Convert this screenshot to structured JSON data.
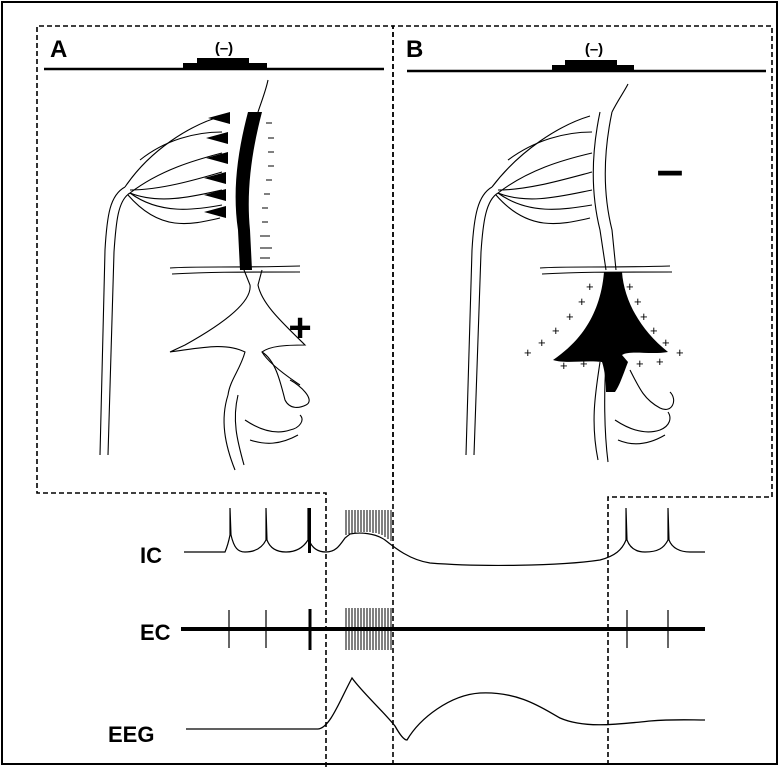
{
  "panels": {
    "a": {
      "letter": "A",
      "electrode_sign": "(–)",
      "field_sign": "+"
    },
    "b": {
      "letter": "B",
      "electrode_sign": "(–)",
      "field_sign": "–"
    }
  },
  "traces": {
    "ic": {
      "label": "IC"
    },
    "ec": {
      "label": "EC"
    },
    "eeg": {
      "label": "EEG"
    }
  }
}
